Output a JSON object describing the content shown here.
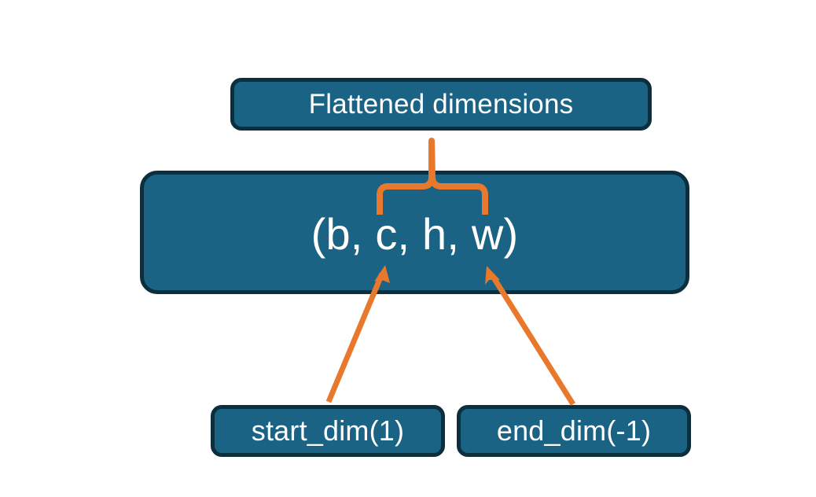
{
  "diagram": {
    "title_node": {
      "label": "Flattened dimensions",
      "name": "flattened-dimensions-box"
    },
    "shape_node": {
      "label": "(b, c, h, w)",
      "name": "tensor-shape-box",
      "dims": [
        "b",
        "c",
        "h",
        "w"
      ]
    },
    "inputs": [
      {
        "label": "start_dim(1)",
        "name": "start-dim-box",
        "value": "1"
      },
      {
        "label": "end_dim(-1)",
        "name": "end-dim-box",
        "value": "-1"
      }
    ],
    "connectors": {
      "brace": {
        "name": "flatten-range-brace",
        "spans_dims": [
          "c",
          "h",
          "w"
        ],
        "points_to": "Flattened dimensions"
      },
      "arrows": [
        {
          "name": "start-dim-arrow",
          "from": "start_dim(1)",
          "to": "c"
        },
        {
          "name": "end-dim-arrow",
          "from": "end_dim(-1)",
          "to": "w"
        }
      ]
    },
    "colors": {
      "box_fill": "#1b6384",
      "box_border": "#0c2e3d",
      "connector": "#e8782c",
      "text": "#ffffff",
      "background": "#ffffff"
    }
  }
}
